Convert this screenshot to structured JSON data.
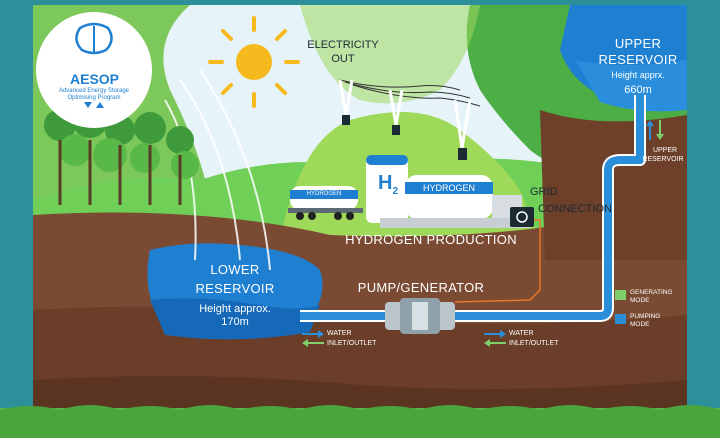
{
  "logo": {
    "name": "AESOP",
    "subtitle_line1": "Advanced Energy Storage",
    "subtitle_line2": "Optimising Program"
  },
  "labels": {
    "electricity_out_line1": "ELECTRICITY",
    "electricity_out_line2": "OUT",
    "upper_reservoir_line1": "UPPER",
    "upper_reservoir_line2": "RESERVOIR",
    "upper_height": "Height apprx.",
    "upper_height_value": "660m",
    "upper_reservoir_small_line1": "UPPER",
    "upper_reservoir_small_line2": "RESERVOIR",
    "grid_line1": "GRID",
    "grid_line2": "CONNECTION",
    "hydrogen_production": "HYDROGEN PRODUCTION",
    "h2_symbol": "H",
    "h2_sub": "2",
    "tank_label": "HYDROGEN",
    "truck_label": "HYDROGEN",
    "lower_reservoir_line1": "LOWER",
    "lower_reservoir_line2": "RESERVOIR",
    "lower_height": "Height approx.",
    "lower_height_value": "170m",
    "pump_generator": "PUMP/GENERATOR",
    "water_left_line1": "WATER",
    "water_left_line2": "INLET/OUTLET",
    "water_right_line1": "WATER",
    "water_right_line2": "INLET/OUTLET"
  },
  "legend": [
    {
      "line1": "GENERATING",
      "line2": "MODE",
      "color": "#7dd06a"
    },
    {
      "line1": "PUMPING",
      "line2": "MODE",
      "color": "#2a8fd8"
    }
  ],
  "colors": {
    "frame": "#2d8f9a",
    "sky": "#eaf6fb",
    "water": "#1f7fd0",
    "soil": "#7a4a32",
    "grass": "#6fcf57",
    "pipe": "#2a8fd8",
    "wire": "#e8762c"
  }
}
